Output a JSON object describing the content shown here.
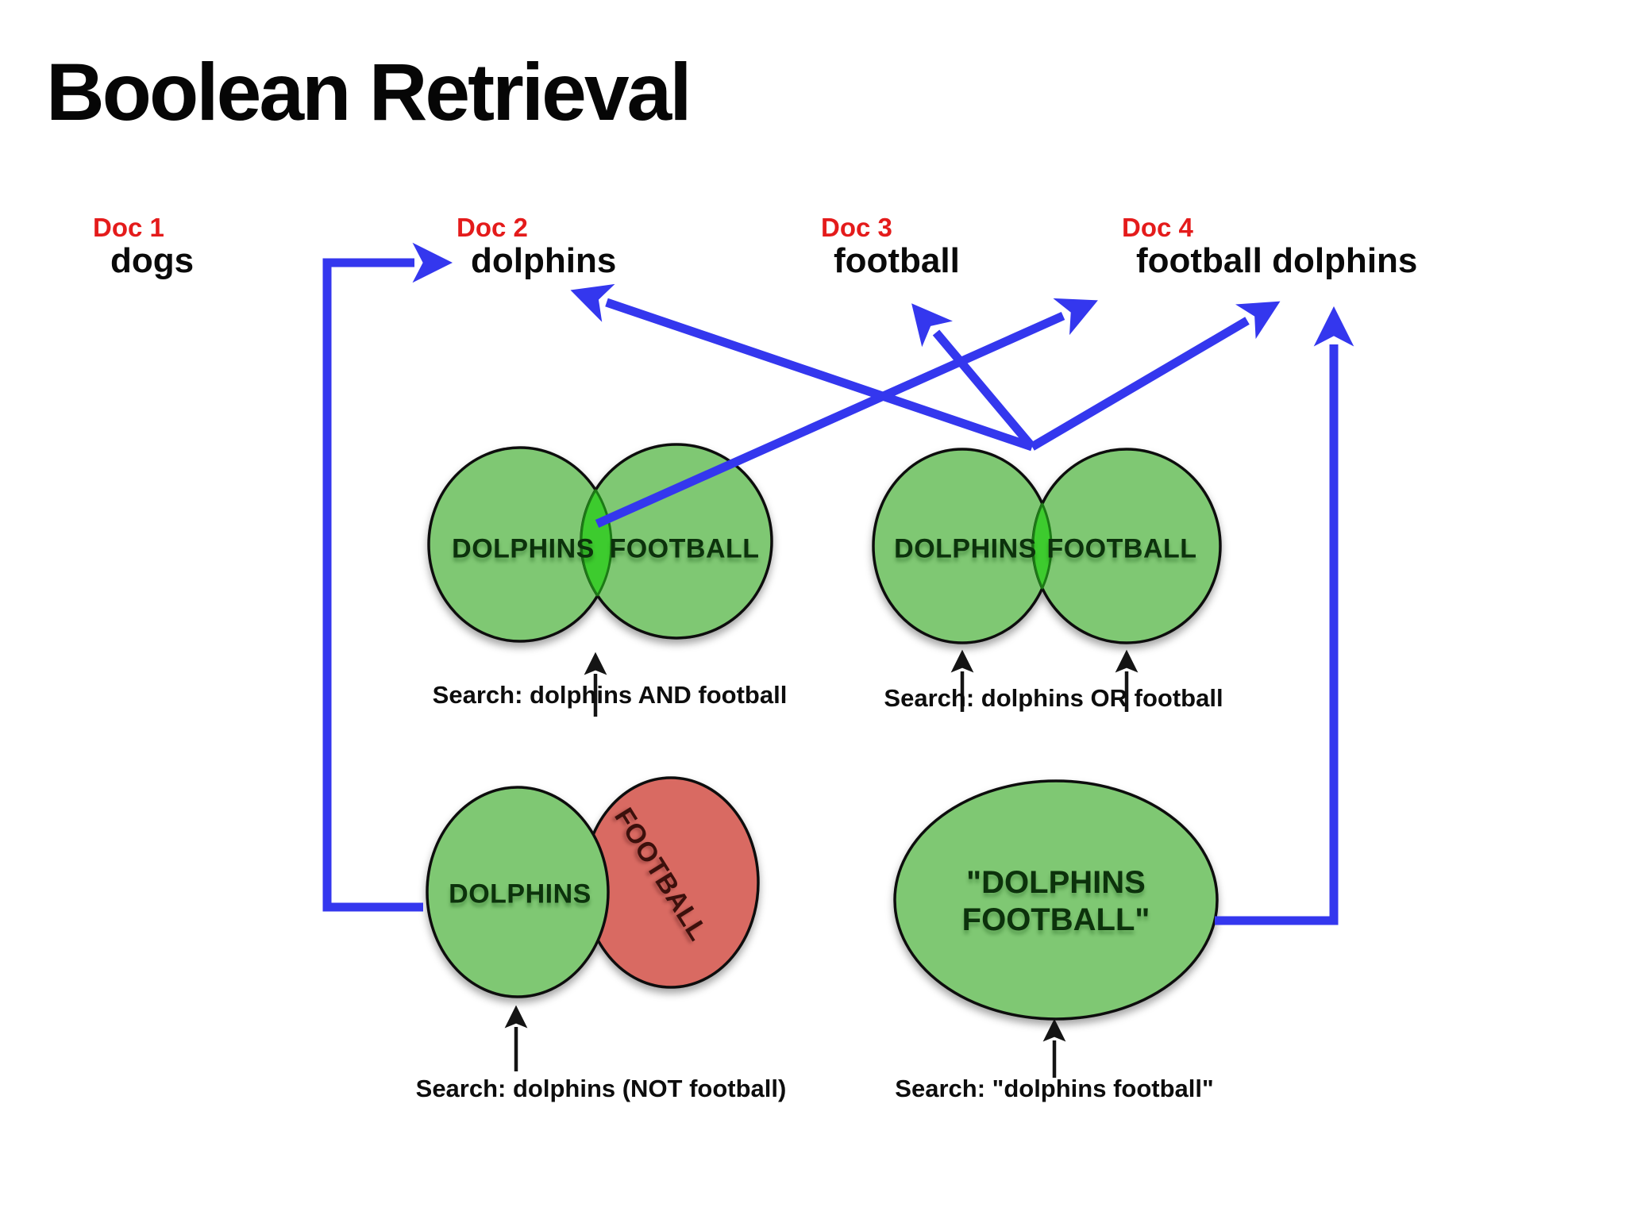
{
  "slide": {
    "title": "Boolean Retrieval"
  },
  "documents": [
    {
      "id": "Doc 1",
      "content": "dogs"
    },
    {
      "id": "Doc 2",
      "content": "dolphins"
    },
    {
      "id": "Doc 3",
      "content": "football"
    },
    {
      "id": "Doc 4",
      "content": "football dolphins"
    }
  ],
  "venns": {
    "and": {
      "left_set": "DOLPHINS",
      "right_set": "FOOTBALL",
      "caption": "Search: dolphins AND football"
    },
    "or": {
      "left_set": "DOLPHINS",
      "right_set": "FOOTBALL",
      "caption": "Search: dolphins OR football"
    },
    "not": {
      "left_set": "DOLPHINS",
      "right_set": "FOOTBALL",
      "caption": "Search: dolphins (NOT football)"
    },
    "phrase": {
      "label_line1": "\"DOLPHINS",
      "label_line2": "FOOTBALL\"",
      "caption": "Search: \"dolphins football\""
    }
  },
  "arrows": {
    "semantics": [
      "dolphins (NOT football) -> Doc 2 dolphins",
      "dolphins AND football -> Doc 4 football dolphins",
      "dolphins OR football -> Doc 2 dolphins",
      "dolphins OR football -> Doc 3 football",
      "dolphins OR football -> Doc 4 football dolphins",
      "\"dolphins football\" -> Doc 4 football dolphins"
    ]
  },
  "colors": {
    "background": "#ffffff",
    "title_text": "#060606",
    "doc_id_red": "#e41b1b",
    "doc_word_black": "#0a0a0a",
    "set_green_fill": "#7fc873",
    "intersection_green": "#3ecb2e",
    "excluded_red_fill": "#d96a62",
    "shape_outline": "#111111",
    "arrow_blue": "#3437ee",
    "black_arrow": "#141414"
  }
}
